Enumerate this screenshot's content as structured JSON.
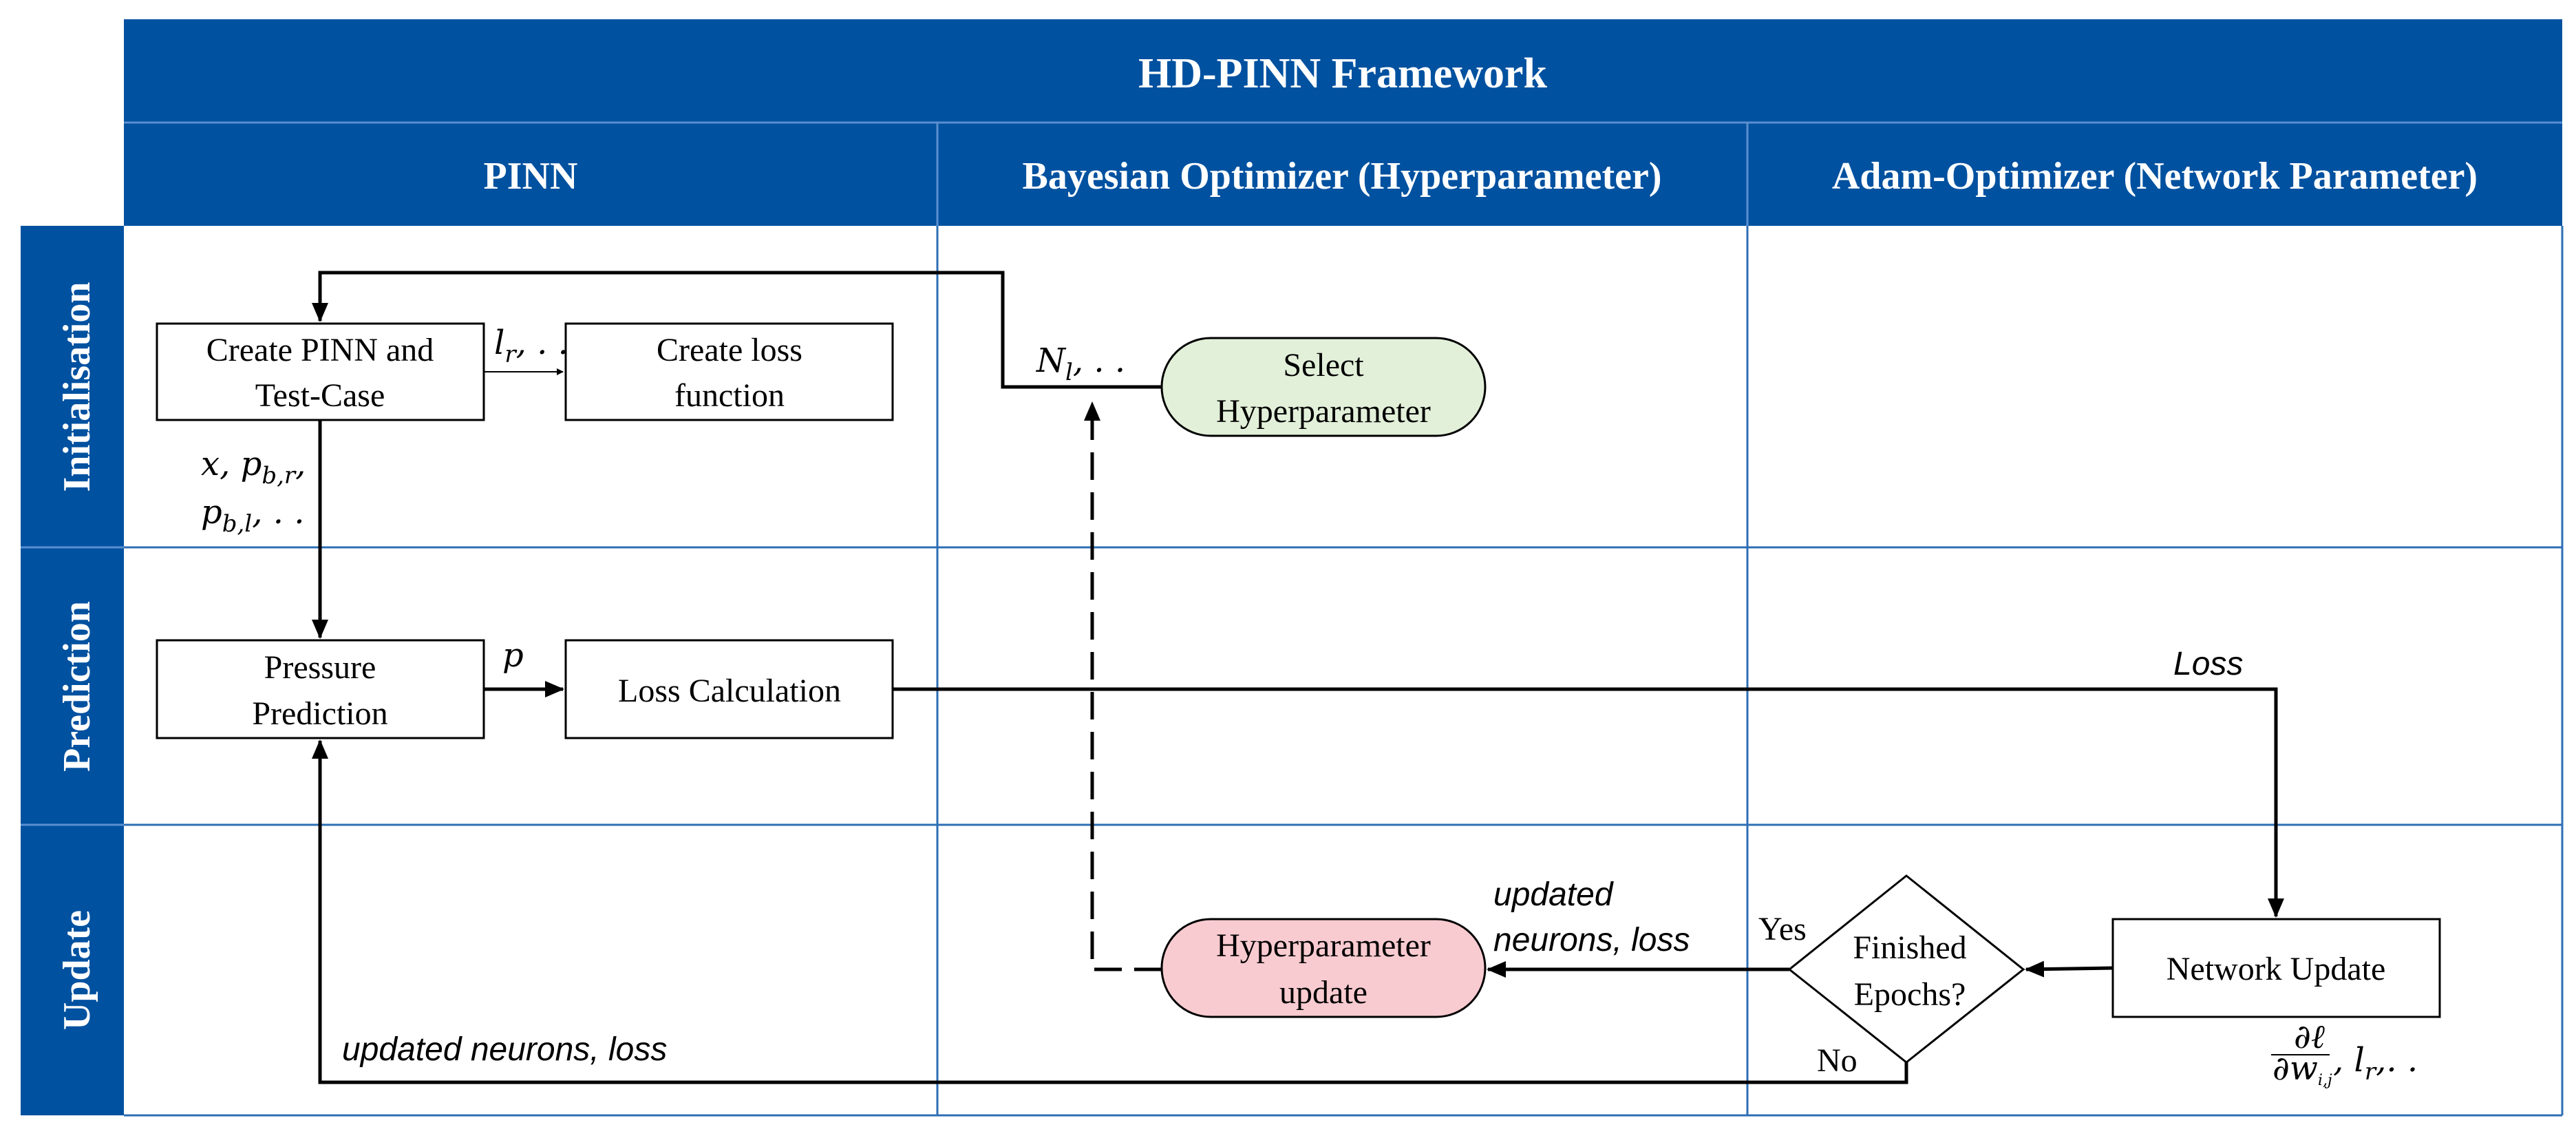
{
  "title": "HD-PINN Framework",
  "columns": [
    "PINN",
    "Bayesian Optimizer (Hyperparameter)",
    "Adam-Optimizer (Network Parameter)"
  ],
  "rows": [
    "Initialisation",
    "Prediction",
    "Update"
  ],
  "nodes": {
    "create_pinn": [
      "Create PINN and",
      "Test-Case"
    ],
    "create_loss": [
      "Create loss",
      "function"
    ],
    "select_hyper": [
      "Select",
      "Hyperparameter"
    ],
    "pressure_pred": [
      "Pressure",
      "Prediction"
    ],
    "loss_calc": "Loss Calculation",
    "hyper_update": [
      "Hyperparameter",
      "update"
    ],
    "finished_epochs": [
      "Finished",
      "Epochs?"
    ],
    "network_update": "Network Update"
  },
  "edge_labels": {
    "lr": "l",
    "lr_sub": "r",
    "lr_rest": ", . .",
    "nl": "N",
    "nl_sub": "l",
    "nl_rest": ", . .",
    "x_pb_line1": "x, p",
    "x_pb_line1_sub": "b,r",
    "x_pb_line1_rest": ",",
    "x_pb_line2": "p",
    "x_pb_line2_sub": "b,l",
    "x_pb_line2_rest": ", . .",
    "p": "p",
    "loss": "Loss",
    "updated_neurons_loss_1": [
      "updated",
      "neurons, loss"
    ],
    "updated_neurons_loss_2": "updated neurons, loss",
    "yes": "Yes",
    "no": "No",
    "grad_num": "∂ℓ",
    "grad_den": "∂w",
    "grad_den_sub": "i,j",
    "grad_rest_l": ", l",
    "grad_rest_sub": "r",
    "grad_rest_tail": ",. ."
  },
  "colors": {
    "header_blue": "#0051a0",
    "grid_line": "#2e6fb5",
    "select_fill": "#e2f0d9",
    "update_fill": "#f8cbd0",
    "stroke": "#000000"
  }
}
